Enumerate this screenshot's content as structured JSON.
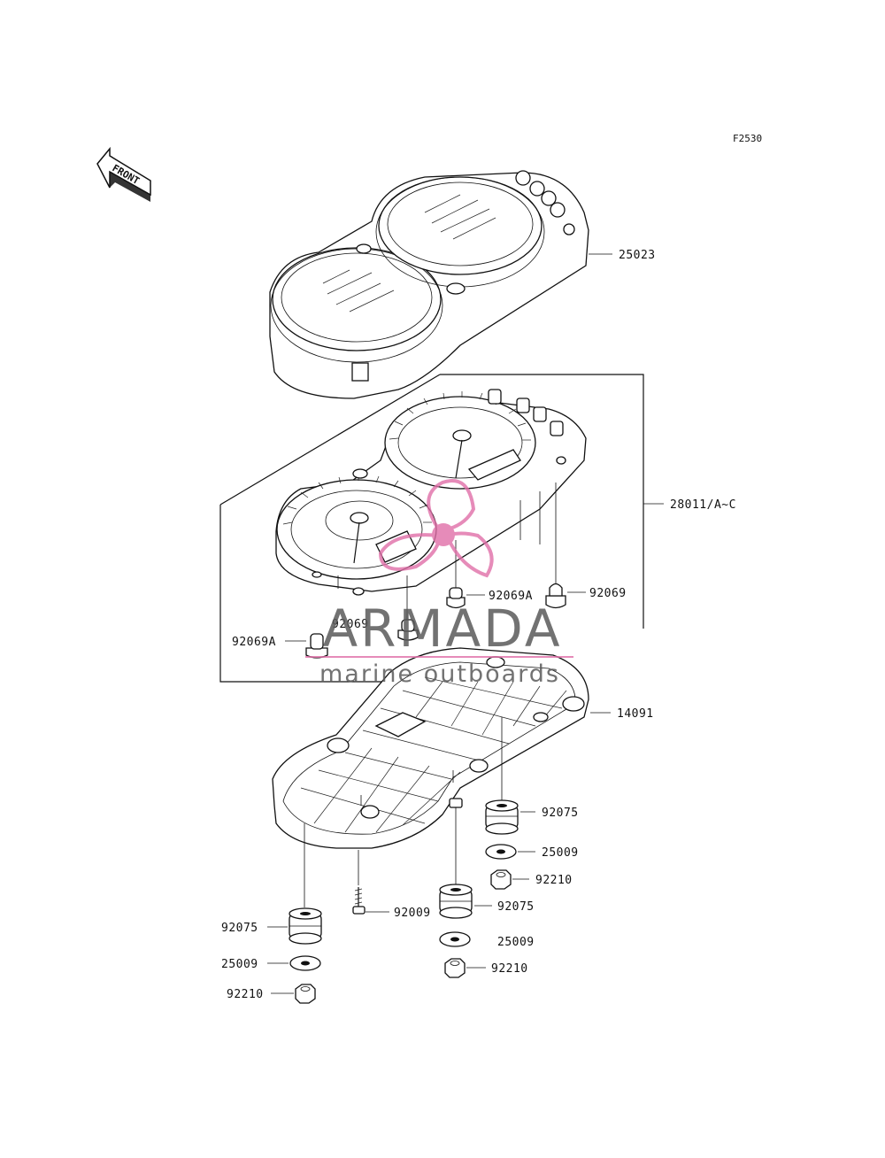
{
  "figure_ref": "F2530",
  "front_marker": "FRONT",
  "parts": {
    "cover": "25023",
    "meter_assy": "28011/A~C",
    "bulb_92069A_right": "92069A",
    "bulb_92069_right": "92069",
    "bulb_92069_center": "92069",
    "bulb_92069A_left": "92069A",
    "case": "14091",
    "damper_right_top": "92075",
    "washer_right_top": "25009",
    "nut_right_top": "92210",
    "screw": "92009",
    "damper_center": "92075",
    "washer_center": "25009",
    "nut_center": "92210",
    "damper_left": "92075",
    "washer_left": "25009",
    "nut_left": "92210"
  },
  "watermark": {
    "brand": "ARMADA",
    "tagline": "marine outboards",
    "accent_color": "#e06fa8"
  }
}
